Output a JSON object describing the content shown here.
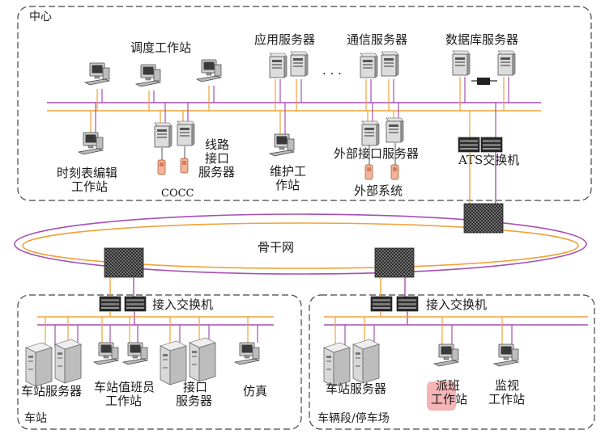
{
  "regions": {
    "center": "中心",
    "station": "车站",
    "depot": "车辆段/停车场"
  },
  "labels": {
    "dispatch_ws": "调度工作站",
    "app_server": "应用服务器",
    "comm_server": "通信服务器",
    "db_server": "数据库服务器",
    "ellipsis": "· · ·",
    "timetable_ws_1": "时刻表编辑",
    "timetable_ws_2": "工作站",
    "cocc": "COCC",
    "line_if_1": "线路",
    "line_if_2": "接口",
    "line_if_3": "服务器",
    "maint_ws_1": "维护工",
    "maint_ws_2": "作站",
    "ext_if_server": "外部接口服务器",
    "ext_system": "外部系统",
    "ats_switch": "ATS交换机",
    "backbone": "骨干网",
    "access_switch_station": "接入交换机",
    "access_switch_depot": "接入交换机",
    "station_server": "车站服务器",
    "station_duty_ws_1": "车站值班员",
    "station_duty_ws_2": "工作站",
    "iface_server_1": "接口",
    "iface_server_2": "服务器",
    "sim": "仿真",
    "depot_station_server": "车站服务器",
    "dispatch_ws2_1": "派班",
    "dispatch_ws2_2": "工作站",
    "monitor_ws_1": "监视",
    "monitor_ws_2": "工作站"
  },
  "colors": {
    "purple_bus": "#a74fb4",
    "orange_bus": "#f0a23a",
    "dashed_border": "#444444",
    "watermark": "#e8585a"
  }
}
